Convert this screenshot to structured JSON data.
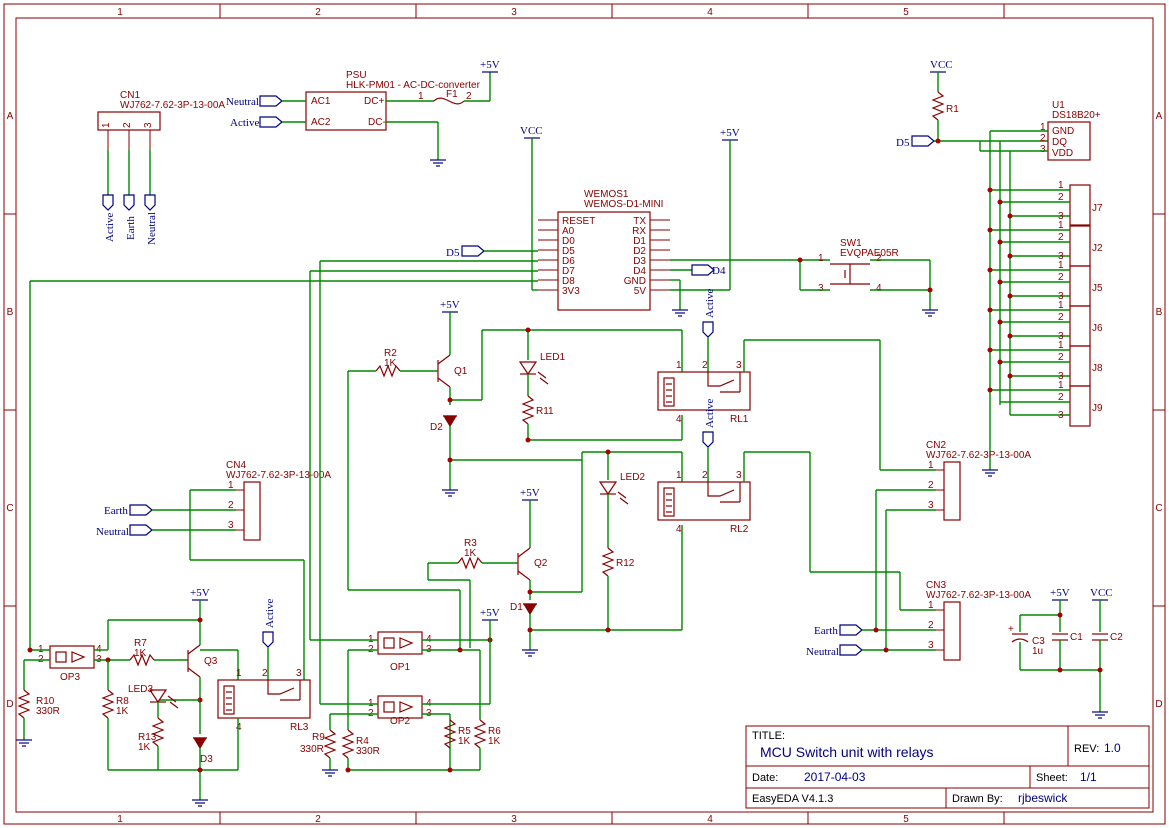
{
  "frame": {
    "cols": [
      "1",
      "2",
      "3",
      "4",
      "5"
    ],
    "rows": [
      "A",
      "B",
      "C",
      "D"
    ]
  },
  "title_block": {
    "title_label": "TITLE:",
    "title": "MCU Switch unit with relays",
    "rev_label": "REV:",
    "rev": "1.0",
    "date_label": "Date:",
    "date": "2017-04-03",
    "sheet_label": "Sheet:",
    "sheet": "1/1",
    "tool": "EasyEDA V4.1.3",
    "drawn_label": "Drawn By:",
    "drawn_by": "rjbeswick"
  },
  "components": {
    "cn1": {
      "ref": "CN1",
      "value": "WJ762-7.62-3P-13-00A",
      "pins": [
        "1",
        "2",
        "3"
      ],
      "nets": [
        "Active",
        "Earth",
        "Neutral"
      ]
    },
    "psu": {
      "ref": "PSU",
      "value": "HLK-PM01 - AC-DC-converter",
      "pins": [
        "AC1",
        "AC2",
        "DC+",
        "DC-"
      ],
      "net_in1": "Neutral",
      "net_in2": "Active"
    },
    "f1": {
      "ref": "F1",
      "pin1": "1",
      "pin2": "2"
    },
    "wemos": {
      "ref": "WEMOS1",
      "value": "WEMOS-D1-MINI",
      "left_pins": [
        "RESET",
        "A0",
        "D0",
        "D5",
        "D6",
        "D7",
        "D8",
        "3V3"
      ],
      "right_pins": [
        "TX",
        "RX",
        "D1",
        "D2",
        "D3",
        "D4",
        "GND",
        "5V"
      ]
    },
    "sw1": {
      "ref": "SW1",
      "value": "EVQPAE05R",
      "pins": [
        "1",
        "2",
        "3",
        "4"
      ]
    },
    "u1": {
      "ref": "U1",
      "value": "DS18B20+",
      "pins": [
        "GND",
        "DQ",
        "VDD"
      ],
      "pin_nums": [
        "1",
        "2",
        "3"
      ]
    },
    "r1": {
      "ref": "R1"
    },
    "r2": {
      "ref": "R2",
      "value": "1K"
    },
    "r3": {
      "ref": "R3",
      "value": "1K"
    },
    "r4": {
      "ref": "R4",
      "value": "330R"
    },
    "r5": {
      "ref": "R5",
      "value": "1K"
    },
    "r6": {
      "ref": "R6",
      "value": "1K"
    },
    "r7": {
      "ref": "R7",
      "value": "1K"
    },
    "r8": {
      "ref": "R8",
      "value": "1K"
    },
    "r9": {
      "ref": "R9",
      "value": "330R"
    },
    "r10": {
      "ref": "R10",
      "value": "330R"
    },
    "r11": {
      "ref": "R11"
    },
    "r12": {
      "ref": "R12"
    },
    "r13": {
      "ref": "R13",
      "value": "1K"
    },
    "q1": {
      "ref": "Q1"
    },
    "q2": {
      "ref": "Q2"
    },
    "q3": {
      "ref": "Q3"
    },
    "d1": {
      "ref": "D1"
    },
    "d2": {
      "ref": "D2"
    },
    "d3": {
      "ref": "D3"
    },
    "led1": {
      "ref": "LED1"
    },
    "led2": {
      "ref": "LED2"
    },
    "led3": {
      "ref": "LED3"
    },
    "rl1": {
      "ref": "RL1",
      "pins": [
        "1",
        "2",
        "3",
        "4"
      ],
      "net": "Active"
    },
    "rl2": {
      "ref": "RL2",
      "pins": [
        "1",
        "2",
        "3",
        "4"
      ],
      "net": "Active"
    },
    "rl3": {
      "ref": "RL3",
      "pins": [
        "1",
        "2",
        "3",
        "4"
      ],
      "net": "Active"
    },
    "op1": {
      "ref": "OP1",
      "pins": [
        "1",
        "2",
        "3",
        "4"
      ]
    },
    "op2": {
      "ref": "OP2",
      "pins": [
        "1",
        "2",
        "3",
        "4"
      ]
    },
    "op3": {
      "ref": "OP3",
      "pins": [
        "1",
        "2",
        "3",
        "4"
      ]
    },
    "cn2": {
      "ref": "CN2",
      "value": "WJ762-7.62-3P-13-00A",
      "pins": [
        "1",
        "2",
        "3"
      ]
    },
    "cn3": {
      "ref": "CN3",
      "value": "WJ762-7.62-3P-13-00A",
      "pins": [
        "1",
        "2",
        "3"
      ],
      "nets": [
        "Earth",
        "Neutral"
      ]
    },
    "cn4": {
      "ref": "CN4",
      "value": "WJ762-7.62-3P-13-00A",
      "pins": [
        "1",
        "2",
        "3"
      ],
      "nets": [
        "Earth",
        "Neutral"
      ]
    },
    "c1": {
      "ref": "C1"
    },
    "c2": {
      "ref": "C2"
    },
    "c3": {
      "ref": "C3",
      "value": "1u"
    },
    "jacks": [
      {
        "ref": "J7",
        "pins": [
          "1",
          "2",
          "3"
        ]
      },
      {
        "ref": "J2",
        "pins": [
          "1",
          "2",
          "3"
        ]
      },
      {
        "ref": "J5",
        "pins": [
          "1",
          "2",
          "3"
        ]
      },
      {
        "ref": "J6",
        "pins": [
          "1",
          "2",
          "3"
        ]
      },
      {
        "ref": "J8",
        "pins": [
          "1",
          "2",
          "3"
        ]
      },
      {
        "ref": "J9",
        "pins": [
          "1",
          "2",
          "3"
        ]
      }
    ]
  },
  "nets": {
    "v5": "+5V",
    "vcc": "VCC",
    "d5": "D5",
    "d4": "D4",
    "active": "Active",
    "earth": "Earth",
    "neutral": "Neutral"
  },
  "colors": {
    "wire": "#008800",
    "body": "#880000",
    "net": "#000080"
  }
}
